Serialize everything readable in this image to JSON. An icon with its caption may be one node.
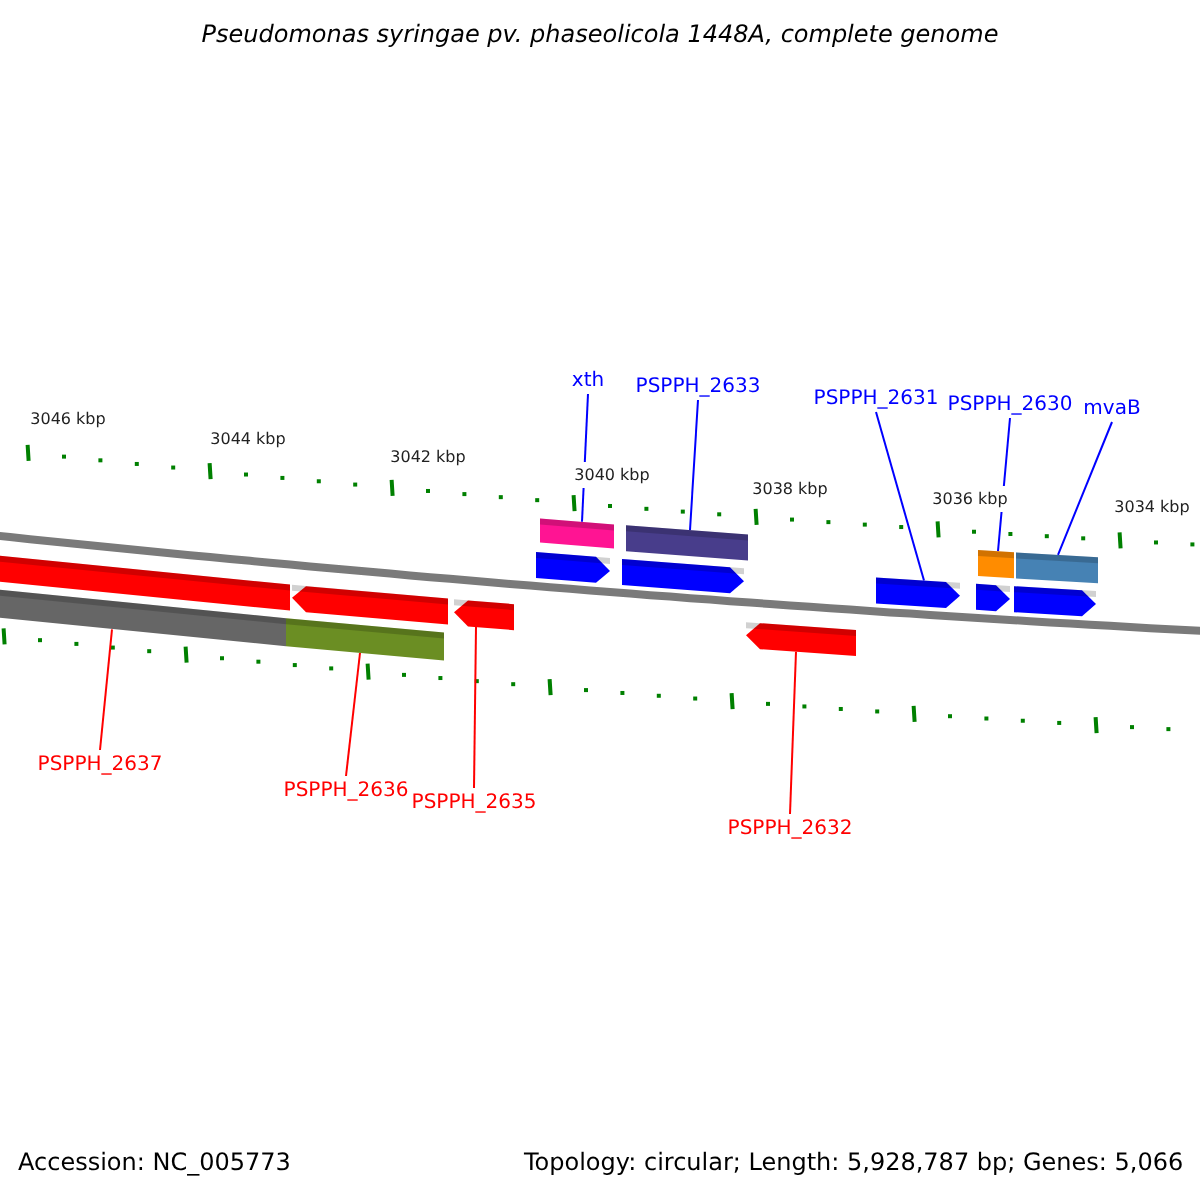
{
  "diagram": {
    "title": "Pseudomonas syringae pv. phaseolicola 1448A, complete genome",
    "nodes": [
      {
        "text": [
          "xth"
        ]
      },
      {
        "text": [
          "PSPPH_2633"
        ]
      },
      {
        "text": [
          "PSPPH_2631"
        ]
      },
      {
        "text": [
          "PSPPH_2630"
        ]
      },
      {
        "text": [
          "mvaB"
        ]
      },
      {
        "text": [
          "PSPPH_2637"
        ]
      },
      {
        "text": [
          "PSPPH_2636"
        ]
      },
      {
        "text": [
          "PSPPH_2635"
        ]
      },
      {
        "text": [
          "PSPPH_2632"
        ]
      },
      {
        "text": [],
        "shape": "bar"
      },
      {
        "text": [],
        "shape": "bar"
      },
      {
        "text": [],
        "shape": "bar"
      },
      {
        "text": [],
        "shape": "arrow"
      },
      {
        "text": [],
        "shape": "arrow"
      },
      {
        "text": [],
        "shape": "arrow"
      },
      {
        "text": [],
        "shape": "bar"
      },
      {
        "text": [],
        "shape": "arrow"
      },
      {
        "text": [],
        "shape": "bar"
      },
      {
        "text": [],
        "shape": "arrow"
      },
      {
        "text": [],
        "shape": "arrow"
      },
      {
        "text": [],
        "shape": "arrow"
      },
      {
        "text": [],
        "shape": "bar"
      },
      {
        "text": [],
        "shape": "arrow"
      },
      {
        "text": [],
        "shape": "bar"
      }
    ],
    "edges": [
      {
        "from": 0,
        "to": 15,
        "arrow": "none"
      },
      {
        "from": 1,
        "to": 17,
        "arrow": "none"
      },
      {
        "from": 2,
        "to": 19,
        "arrow": "none"
      },
      {
        "from": 3,
        "to": 21,
        "arrow": "none"
      },
      {
        "from": 4,
        "to": 23,
        "arrow": "none"
      },
      {
        "from": 5,
        "to": 10,
        "arrow": "none",
        "color": "#ff0000"
      },
      {
        "from": 6,
        "to": 11,
        "arrow": "none",
        "color": "#ff0000"
      },
      {
        "from": 7,
        "to": 13,
        "arrow": "none",
        "color": "#ff0000"
      },
      {
        "from": 8,
        "to": 18,
        "arrow": "none",
        "color": "#ff0000"
      }
    ],
    "labels": [
      "3046 kbp",
      "3044 kbp",
      "3042 kbp",
      "3040 kbp",
      "3038 kbp",
      "3036 kbp",
      "3034 kbp",
      "Accession: NC_005773",
      "Topology: circular; Length: 5,928,787 bp; Genes: 5,066"
    ]
  }
}
